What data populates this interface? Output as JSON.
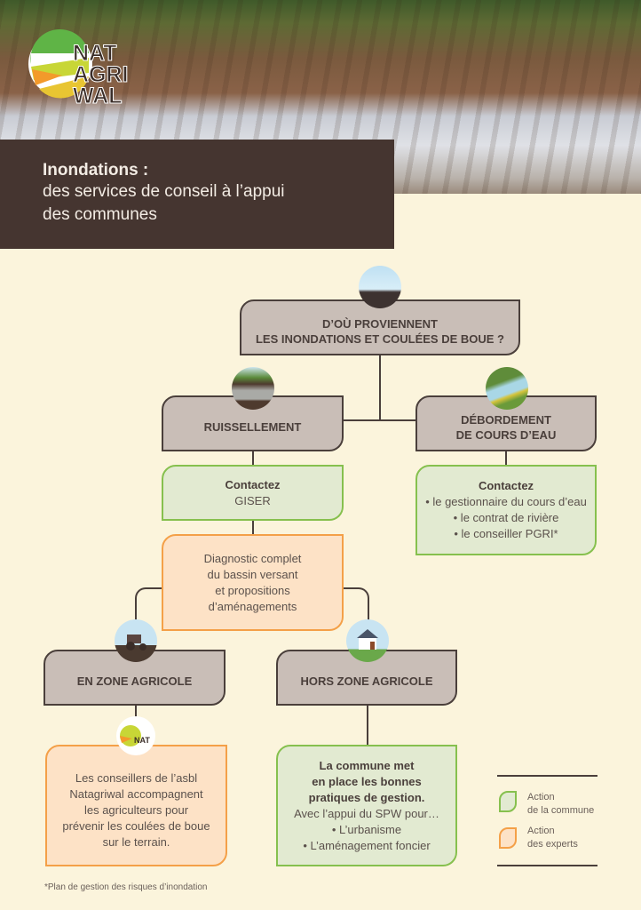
{
  "header": {
    "logo_text": "NAT AGRI WAL",
    "title_bold": "Inondations :",
    "title_line2": "des services de conseil à l’appui",
    "title_line3": "des communes"
  },
  "flow": {
    "question": {
      "line1": "D’OÙ PROVIENNENT",
      "line2": "LES INONDATIONS ET COULÉES DE BOUE ?"
    },
    "ruissellement": {
      "label": "RUISSELLEMENT",
      "contact_title": "Contactez",
      "contact_name": "GISER",
      "diagnostic": [
        "Diagnostic complet",
        "du bassin versant",
        "et propositions",
        "d’aménagements"
      ]
    },
    "debordement": {
      "line1": "DÉBORDEMENT",
      "line2": "DE COURS D’EAU",
      "contact_title": "Contactez",
      "contacts": [
        "• le gestionnaire du cours d’eau",
        "• le contrat de rivière",
        "• le conseiller PGRI*"
      ]
    },
    "zone_agricole": {
      "label": "EN ZONE AGRICOLE",
      "text": [
        "Les conseillers de l’asbl",
        "Natagriwal accompagnent",
        "les agriculteurs pour",
        "prévenir les coulées de boue",
        "sur le terrain."
      ]
    },
    "hors_zone": {
      "label": "HORS ZONE AGRICOLE",
      "bold": [
        "La commune met",
        "en place les bonnes",
        "pratiques de gestion."
      ],
      "text": "Avec l’appui du SPW pour…",
      "items": [
        "•  L’urbanisme",
        "•  L’aménagement foncier"
      ]
    }
  },
  "legend": {
    "commune": [
      "Action",
      "de la commune"
    ],
    "experts": [
      "Action",
      "des experts"
    ]
  },
  "footnote": "*Plan de gestion des risques d’inondation",
  "colors": {
    "brown": "#453530",
    "grey_box": "#c9beb7",
    "green_border": "#86c04e",
    "orange_border": "#f4a048",
    "background": "#fbf4dc"
  }
}
